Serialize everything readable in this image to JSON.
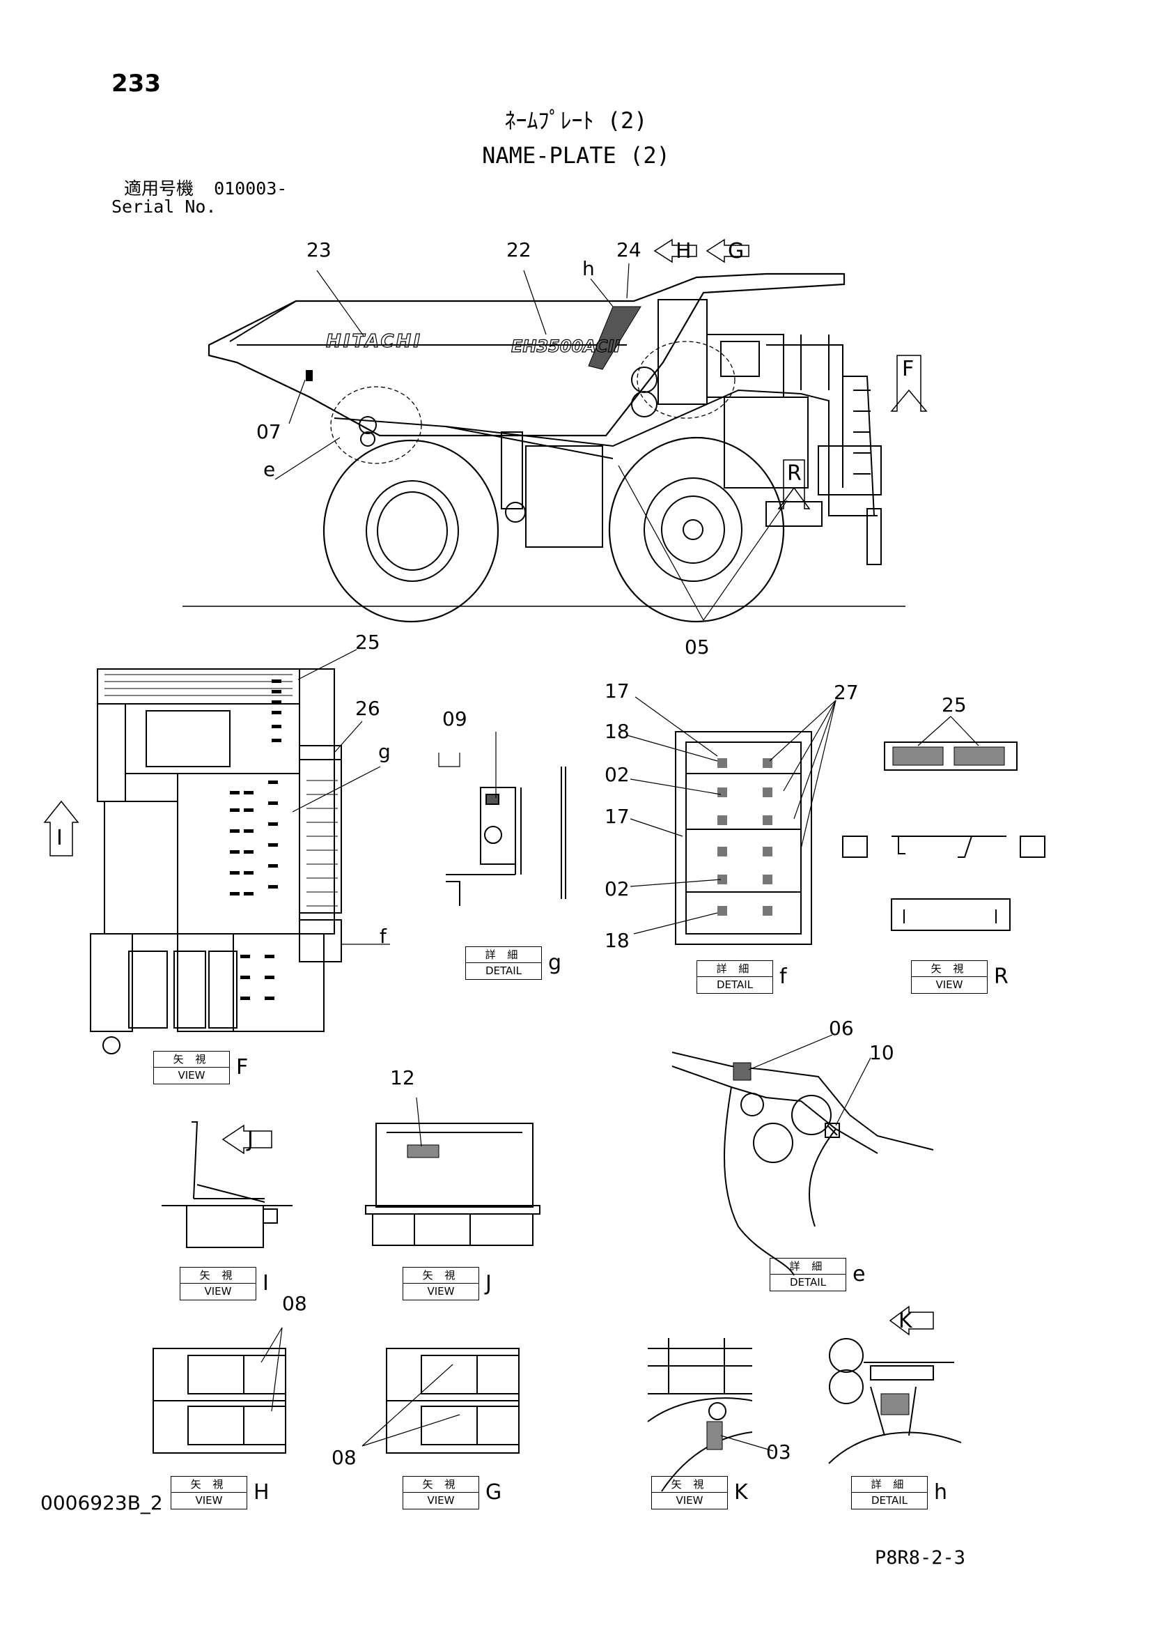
{
  "page_number": "233",
  "title_jp": "ﾈｰﾑﾌﾟﾚｰﾄ (2)",
  "title_en": "NAME-PLATE (2)",
  "serial_label_jp": "適用号機",
  "serial_value": "010003-",
  "serial_label_en": "Serial No.",
  "truck": {
    "brand_text": "HITACHI",
    "model_text": "EH3500ACII"
  },
  "callouts": {
    "c23": "23",
    "c22": "22",
    "c24": "24",
    "ch": "h",
    "c07": "07",
    "ce": "e",
    "c05": "05",
    "c25a": "25",
    "c26": "26",
    "cg": "g",
    "cf": "f",
    "c09": "09",
    "c17a": "17",
    "c18a": "18",
    "c02a": "02",
    "c17b": "17",
    "c02b": "02",
    "c18b": "18",
    "c27": "27",
    "c25b": "25",
    "c06": "06",
    "c10": "10",
    "c12": "12",
    "c08a": "08",
    "c08b": "08",
    "c03": "03"
  },
  "view_arrows": {
    "H": "H",
    "G": "G",
    "F": "F",
    "R": "R",
    "I": "I",
    "J": "J",
    "K": "K"
  },
  "tags": {
    "detail_g": {
      "jp": "詳 細",
      "en": "DETAIL",
      "letter": "g"
    },
    "detail_f": {
      "jp": "詳 細",
      "en": "DETAIL",
      "letter": "f"
    },
    "view_r": {
      "jp": "矢 視",
      "en": "VIEW",
      "letter": "R"
    },
    "view_f": {
      "jp": "矢 視",
      "en": "VIEW",
      "letter": "F"
    },
    "detail_e": {
      "jp": "詳 細",
      "en": "DETAIL",
      "letter": "e"
    },
    "view_i": {
      "jp": "矢 視",
      "en": "VIEW",
      "letter": "I"
    },
    "view_j": {
      "jp": "矢 視",
      "en": "VIEW",
      "letter": "J"
    },
    "view_h": {
      "jp": "矢 視",
      "en": "VIEW",
      "letter": "H"
    },
    "view_g": {
      "jp": "矢 視",
      "en": "VIEW",
      "letter": "G"
    },
    "view_k": {
      "jp": "矢 視",
      "en": "VIEW",
      "letter": "K"
    },
    "detail_h": {
      "jp": "詳 細",
      "en": "DETAIL",
      "letter": "h"
    }
  },
  "footer_left": "0006923B_2",
  "footer_right": "P8R8-2-3"
}
